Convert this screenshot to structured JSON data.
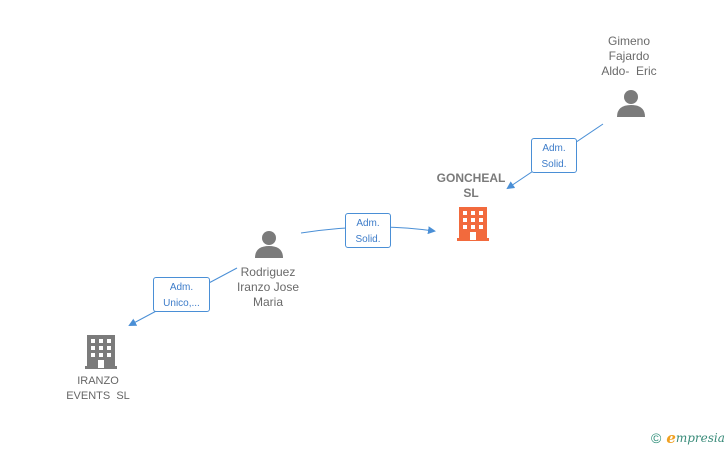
{
  "nodes": {
    "gimeno": {
      "lines": [
        "Gimeno",
        "Fajardo",
        "Aldo-  Eric"
      ]
    },
    "goncheal": {
      "lines": [
        "GONCHEAL",
        "SL"
      ]
    },
    "rodriguez": {
      "lines": [
        "Rodriguez",
        "Iranzo Jose",
        "Maria"
      ]
    },
    "iranzo_events": {
      "lines": [
        "IRANZO",
        "EVENTS  SL"
      ]
    }
  },
  "relations": {
    "gimeno_goncheal": {
      "lines": [
        "Adm.",
        "Solid."
      ]
    },
    "rodriguez_goncheal": {
      "lines": [
        "Adm.",
        "Solid."
      ]
    },
    "rodriguez_iranzo": {
      "lines": [
        "Adm.",
        "Unico,..."
      ]
    }
  },
  "footer": {
    "copyright_symbol": "©",
    "brand_initial": "e",
    "brand_rest": "mpresia"
  },
  "colors": {
    "person_icon": "#7b7b7b",
    "company_highlight": "#f26a3d",
    "company_default": "#7b7b7b",
    "edge": "#4a8fd6"
  }
}
